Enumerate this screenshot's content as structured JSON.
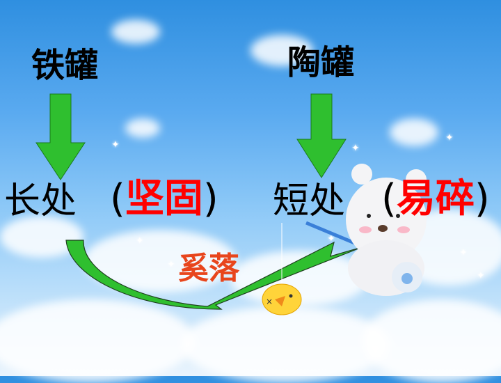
{
  "left": {
    "title": "铁罐",
    "side": "长处",
    "trait": "坚固"
  },
  "right": {
    "title": "陶罐",
    "side": "短处",
    "trait": "易碎"
  },
  "relation": {
    "label": "奚落"
  },
  "parens": {
    "open": "(",
    "close": ")"
  },
  "colors": {
    "arrow_green": "#2fbf2f",
    "trait_red": "#ff0000",
    "relation_orange": "#e8451c"
  }
}
